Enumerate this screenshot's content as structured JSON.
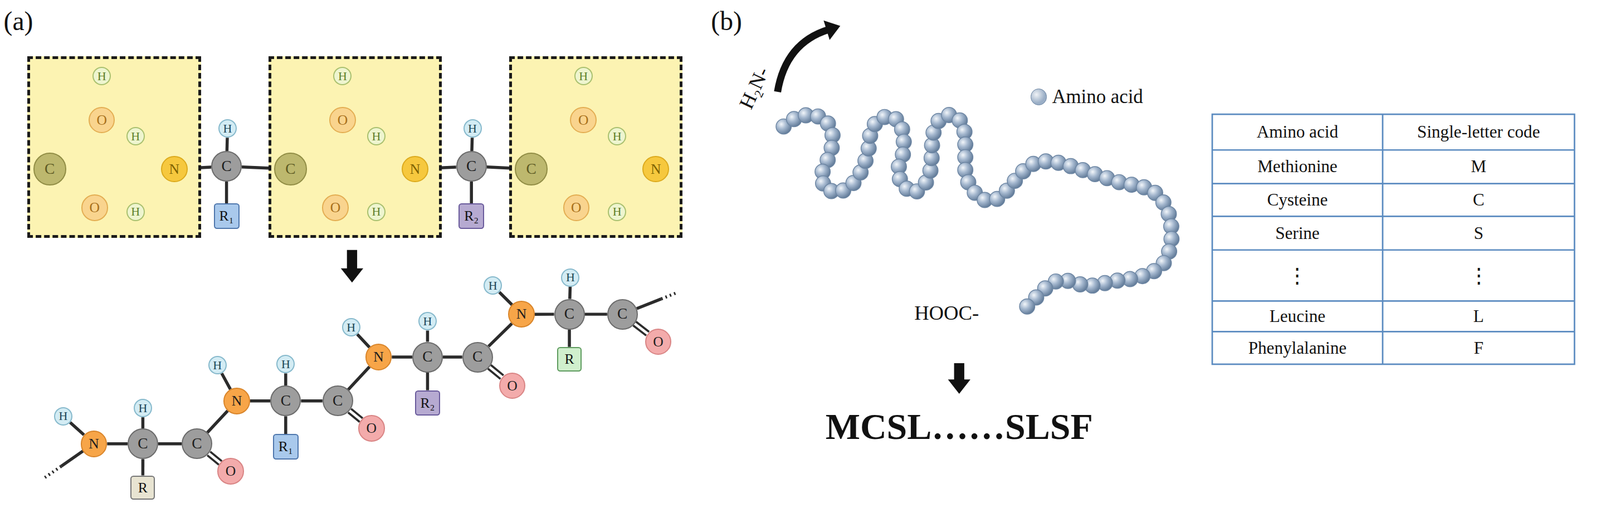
{
  "diagram": {
    "nodes": [
      {
        "text": []
      },
      {
        "text": [
          "H"
        ],
        "in": 0
      },
      {
        "text": [
          "O"
        ],
        "in": 0
      },
      {
        "text": [
          "C"
        ],
        "in": 0
      },
      {
        "text": [
          "O"
        ],
        "in": 0
      },
      {
        "text": [
          "N"
        ],
        "in": 0
      },
      {
        "text": [
          "H"
        ],
        "in": 0
      },
      {
        "text": [
          "H"
        ],
        "in": 0
      },
      {
        "text": [
          "C"
        ]
      },
      {
        "text": [
          "H"
        ]
      },
      {
        "text": [
          "R₁"
        ]
      },
      {
        "text": []
      },
      {
        "text": [
          "H"
        ],
        "in": 11
      },
      {
        "text": [
          "O"
        ],
        "in": 11
      },
      {
        "text": [
          "C"
        ],
        "in": 11
      },
      {
        "text": [
          "O"
        ],
        "in": 11
      },
      {
        "text": [
          "N"
        ],
        "in": 11
      },
      {
        "text": [
          "H"
        ],
        "in": 11
      },
      {
        "text": [
          "H"
        ],
        "in": 11
      },
      {
        "text": [
          "C"
        ]
      },
      {
        "text": [
          "H"
        ]
      },
      {
        "text": [
          "R₂"
        ]
      },
      {
        "text": []
      },
      {
        "text": [
          "H"
        ],
        "in": 22
      },
      {
        "text": [
          "O"
        ],
        "in": 22
      },
      {
        "text": [
          "C"
        ],
        "in": 22
      },
      {
        "text": [
          "O"
        ],
        "in": 22
      },
      {
        "text": [
          "N"
        ],
        "in": 22
      },
      {
        "text": [
          "H"
        ],
        "in": 22
      },
      {
        "text": [
          "H"
        ],
        "in": 22
      },
      {
        "text": [
          "H"
        ]
      },
      {
        "text": [
          "N"
        ]
      },
      {
        "text": [
          "C"
        ]
      },
      {
        "text": [
          "H"
        ]
      },
      {
        "text": [
          "R"
        ]
      },
      {
        "text": [
          "C"
        ]
      },
      {
        "text": [
          "O"
        ]
      },
      {
        "text": [
          "N"
        ]
      },
      {
        "text": [
          "H"
        ]
      },
      {
        "text": [
          "C"
        ]
      },
      {
        "text": [
          "H"
        ]
      },
      {
        "text": [
          "R₁"
        ]
      },
      {
        "text": [
          "C"
        ]
      },
      {
        "text": [
          "O"
        ]
      },
      {
        "text": [
          "N"
        ]
      },
      {
        "text": [
          "H"
        ]
      },
      {
        "text": [
          "C"
        ]
      },
      {
        "text": [
          "H"
        ]
      },
      {
        "text": [
          "R₂"
        ]
      },
      {
        "text": [
          "C"
        ]
      },
      {
        "text": [
          "O"
        ]
      },
      {
        "text": [
          "N"
        ]
      },
      {
        "text": [
          "H"
        ]
      },
      {
        "text": [
          "C"
        ]
      },
      {
        "text": [
          "H"
        ]
      },
      {
        "text": [
          "R"
        ]
      },
      {
        "text": [
          "C"
        ]
      },
      {
        "text": [
          "O"
        ]
      }
    ],
    "edges": [
      {
        "from": 1,
        "to": 2,
        "arrow": "none"
      },
      {
        "from": 2,
        "to": 3,
        "arrow": "none"
      },
      {
        "from": 3,
        "to": 4,
        "arrow": "none"
      },
      {
        "from": 5,
        "to": 6,
        "arrow": "none"
      },
      {
        "from": 5,
        "to": 7,
        "arrow": "none"
      },
      {
        "from": 5,
        "to": 8,
        "arrow": "none"
      },
      {
        "from": 8,
        "to": 9,
        "arrow": "none"
      },
      {
        "from": 8,
        "to": 10,
        "arrow": "none"
      },
      {
        "from": 8,
        "to": 14,
        "arrow": "none"
      },
      {
        "from": 12,
        "to": 13,
        "arrow": "none"
      },
      {
        "from": 13,
        "to": 14,
        "arrow": "none"
      },
      {
        "from": 14,
        "to": 15,
        "arrow": "none"
      },
      {
        "from": 16,
        "to": 17,
        "arrow": "none"
      },
      {
        "from": 16,
        "to": 18,
        "arrow": "none"
      },
      {
        "from": 16,
        "to": 19,
        "arrow": "none"
      },
      {
        "from": 19,
        "to": 20,
        "arrow": "none"
      },
      {
        "from": 19,
        "to": 21,
        "arrow": "none"
      },
      {
        "from": 19,
        "to": 25,
        "arrow": "none"
      },
      {
        "from": 23,
        "to": 24,
        "arrow": "none"
      },
      {
        "from": 24,
        "to": 25,
        "arrow": "none"
      },
      {
        "from": 25,
        "to": 26,
        "arrow": "none"
      },
      {
        "from": 27,
        "to": 28,
        "arrow": "none"
      },
      {
        "from": 27,
        "to": 29,
        "arrow": "none"
      },
      {
        "from": 30,
        "to": 31,
        "arrow": "none"
      },
      {
        "from": 31,
        "to": 32,
        "arrow": "none"
      },
      {
        "from": 32,
        "to": 33,
        "arrow": "none"
      },
      {
        "from": 32,
        "to": 34,
        "arrow": "none"
      },
      {
        "from": 32,
        "to": 35,
        "arrow": "none"
      },
      {
        "from": 35,
        "to": 36,
        "arrow": "none"
      },
      {
        "from": 35,
        "to": 37,
        "arrow": "none"
      },
      {
        "from": 37,
        "to": 38,
        "arrow": "none"
      },
      {
        "from": 37,
        "to": 39,
        "arrow": "none"
      },
      {
        "from": 39,
        "to": 40,
        "arrow": "none"
      },
      {
        "from": 39,
        "to": 41,
        "arrow": "none"
      },
      {
        "from": 39,
        "to": 42,
        "arrow": "none"
      },
      {
        "from": 42,
        "to": 43,
        "arrow": "none"
      },
      {
        "from": 42,
        "to": 44,
        "arrow": "none"
      },
      {
        "from": 44,
        "to": 45,
        "arrow": "none"
      },
      {
        "from": 44,
        "to": 46,
        "arrow": "none"
      },
      {
        "from": 46,
        "to": 47,
        "arrow": "none"
      },
      {
        "from": 46,
        "to": 48,
        "arrow": "none"
      },
      {
        "from": 46,
        "to": 49,
        "arrow": "none"
      },
      {
        "from": 49,
        "to": 50,
        "arrow": "none"
      },
      {
        "from": 49,
        "to": 51,
        "arrow": "none"
      },
      {
        "from": 51,
        "to": 52,
        "arrow": "none"
      },
      {
        "from": 51,
        "to": 53,
        "arrow": "none"
      },
      {
        "from": 53,
        "to": 54,
        "arrow": "none"
      },
      {
        "from": 53,
        "to": 55,
        "arrow": "none"
      },
      {
        "from": 53,
        "to": 56,
        "arrow": "none"
      },
      {
        "from": 56,
        "to": 57,
        "arrow": "none"
      }
    ],
    "labels": [
      "(a)",
      "(b)",
      "H₂N-",
      "HOOC-",
      "MCSL……SLSF",
      "Amino acid",
      "Single-letter code",
      "Methionine",
      "M",
      "Cysteine",
      "C",
      "Serine",
      "S",
      "⋮",
      "⋮",
      "Leucine",
      "L",
      "Phenylalanine",
      "F"
    ],
    "legend": [
      {
        "text": "Amino acid",
        "color": "#9aaec6"
      }
    ]
  }
}
